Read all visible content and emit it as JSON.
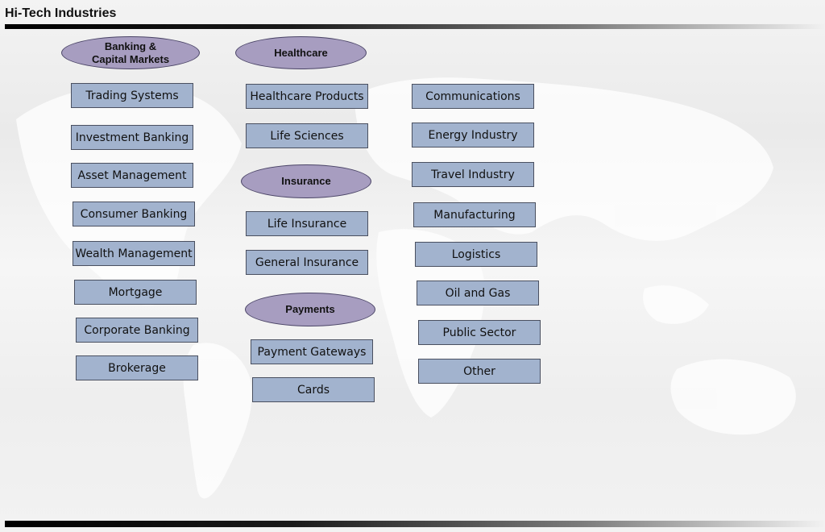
{
  "title": "Hi-Tech Industries",
  "categories": {
    "banking": "Banking &\nCapital Markets",
    "healthcare": "Healthcare",
    "insurance": "Insurance",
    "payments": "Payments"
  },
  "columns": {
    "banking": [
      "Trading Systems",
      "Investment Banking",
      "Asset Management",
      "Consumer Banking",
      "Wealth Management",
      "Mortgage",
      "Corporate Banking",
      "Brokerage"
    ],
    "healthcare": [
      "Healthcare Products",
      "Life Sciences"
    ],
    "insurance": [
      "Life Insurance",
      "General Insurance"
    ],
    "payments": [
      "Payment Gateways",
      "Cards"
    ],
    "other": [
      "Communications",
      "Energy Industry",
      "Travel Industry",
      "Manufacturing",
      "Logistics",
      "Oil and Gas",
      "Public Sector",
      "Other"
    ]
  },
  "colors": {
    "oval_fill": "#a79dc0",
    "box_fill": "#a2b3ce"
  }
}
